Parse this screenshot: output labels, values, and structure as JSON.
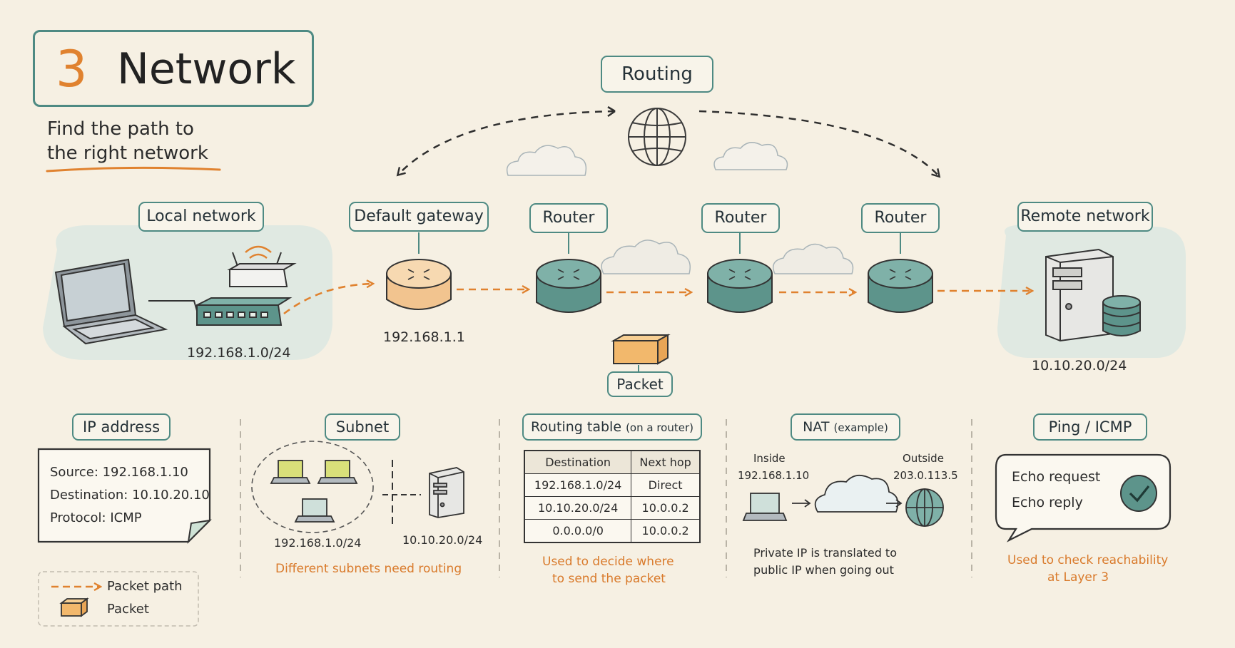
{
  "title": {
    "number": "3",
    "word": "Network"
  },
  "subtitle": [
    "Find the path to",
    "the right network"
  ],
  "top": {
    "routing_label": "Routing"
  },
  "nodes": {
    "local": {
      "label": "Local network",
      "addr": "192.168.1.0/24"
    },
    "gateway": {
      "label": "Default gateway",
      "addr": "192.168.1.1"
    },
    "router1": {
      "label": "Router"
    },
    "router2": {
      "label": "Router"
    },
    "router3": {
      "label": "Router"
    },
    "remote": {
      "label": "Remote network",
      "addr": "10.10.20.0/24"
    },
    "packet": {
      "label": "Packet"
    }
  },
  "ip": {
    "label": "IP address",
    "source": "Source:  192.168.1.10",
    "destination": "Destination:  10.10.20.10",
    "protocol": "Protocol:  ICMP"
  },
  "legend": {
    "path": "Packet path",
    "packet": "Packet"
  },
  "subnet": {
    "label": "Subnet",
    "left_addr": "192.168.1.0/24",
    "right_addr": "10.10.20.0/24",
    "caption": "Different subnets need routing"
  },
  "routing_table": {
    "label_main": "Routing table",
    "label_sub": "(on a router)",
    "headers": [
      "Destination",
      "Next hop"
    ],
    "rows": [
      [
        "192.168.1.0/24",
        "Direct"
      ],
      [
        "10.10.20.0/24",
        "10.0.0.2"
      ],
      [
        "0.0.0.0/0",
        "10.0.0.2"
      ]
    ],
    "caption": [
      "Used to decide where",
      "to send the packet"
    ]
  },
  "nat": {
    "label_main": "NAT",
    "label_sub": "(example)",
    "inside_label": "Inside",
    "inside_addr": "192.168.1.10",
    "outside_label": "Outside",
    "outside_addr": "203.0.113.5",
    "caption": [
      "Private IP is translated to",
      "public IP when going out"
    ]
  },
  "ping": {
    "label": "Ping / ICMP",
    "request": "Echo request",
    "reply": "Echo reply",
    "caption": [
      "Used to check reachability",
      "at  Layer 3"
    ]
  },
  "colors": {
    "teal": "#4e8a83",
    "orange": "#e0822f",
    "router_teal": "#5d948b",
    "gateway_orange": "#f2c48f"
  }
}
